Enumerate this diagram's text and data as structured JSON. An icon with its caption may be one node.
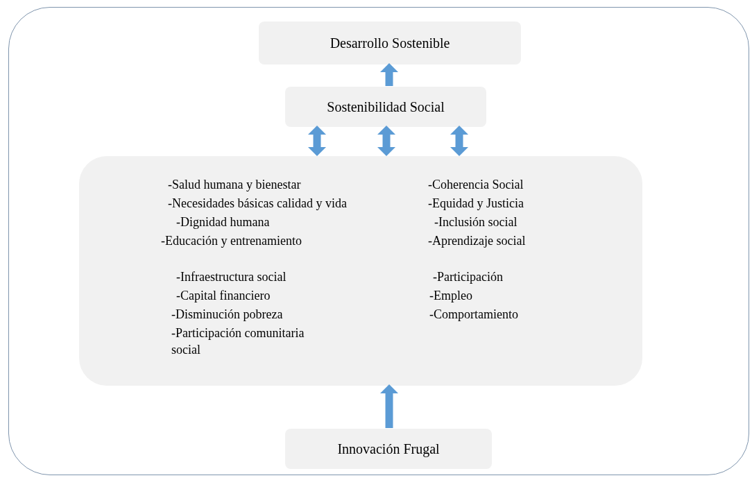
{
  "diagram": {
    "nodes": [
      {
        "text": [],
        "shape": "box"
      },
      {
        "text": [
          "Desarrollo Sostenible"
        ],
        "in": 0
      },
      {
        "text": [
          "Sostenibilidad Social"
        ],
        "in": 0
      },
      {
        "text": [
          "-Salud humana y bienestar",
          "-Necesidades básicas calidad y vida",
          "-Dignidad humana",
          "-Educación y entrenamiento",
          "-Infraestructura social",
          "-Capital financiero",
          "-Disminución pobreza",
          "-Participación comunitaria social",
          "-Coherencia Social",
          "-Equidad y Justicia",
          "-Inclusión social",
          "-Aprendizaje social",
          "-Participación",
          "-Empleo",
          "-Comportamiento"
        ],
        "in": 0
      },
      {
        "text": [
          "Innovación Frugal"
        ],
        "in": 0
      }
    ],
    "edges": [
      {
        "from": 2,
        "to": 1,
        "arrow": "to"
      },
      {
        "from": 3,
        "to": 2,
        "arrow": "both"
      },
      {
        "from": 3,
        "to": 2,
        "arrow": "both"
      },
      {
        "from": 3,
        "to": 2,
        "arrow": "both"
      },
      {
        "from": 4,
        "to": 3,
        "arrow": "to"
      }
    ]
  }
}
